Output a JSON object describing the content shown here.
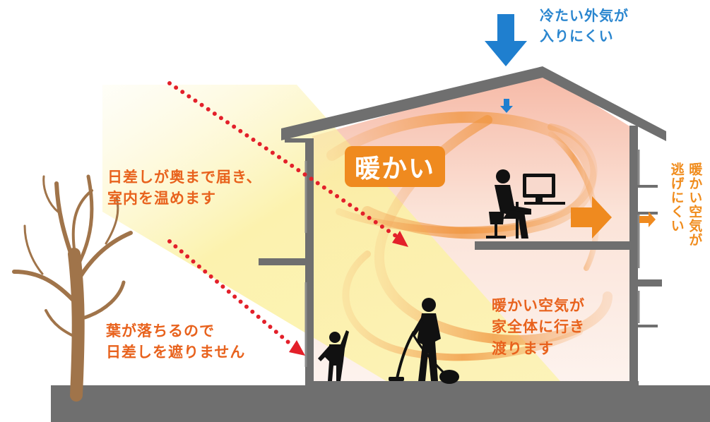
{
  "labels": {
    "cold_air_line1": "冷たい外気が",
    "cold_air_line2": "入りにくい",
    "warm_badge": "暖かい",
    "sun_line1": "日差しが奥まで届き、",
    "sun_line2": "室内を温めます",
    "leaves_line1": "葉が落ちるので",
    "leaves_line2": "日差しを遮りません",
    "spread_line1": "暖かい空気が",
    "spread_line2": "家全体に行き",
    "spread_line3": "渡ります",
    "escape_col1": "暖かい空気が",
    "escape_col2": "逃げにくい"
  },
  "colors": {
    "text_orange": "#e8621d",
    "text_blue": "#2a86cf",
    "badge_orange": "#ef8a1f",
    "arrow_blue": "#1f7fcf",
    "sun_beam": "#fbf2a6",
    "interior_warm": "#f7c6b5",
    "wall_gray": "#6f6f6f",
    "tree_brown": "#a0744a",
    "dots_red": "#e3202a",
    "silhouette": "#111111"
  },
  "icons": [
    "blue-down-arrow-icon",
    "orange-right-arrow-icon",
    "red-dotted-arrow-icon",
    "tree-icon",
    "person-at-computer-icon",
    "woman-vacuuming-icon",
    "child-icon"
  ]
}
